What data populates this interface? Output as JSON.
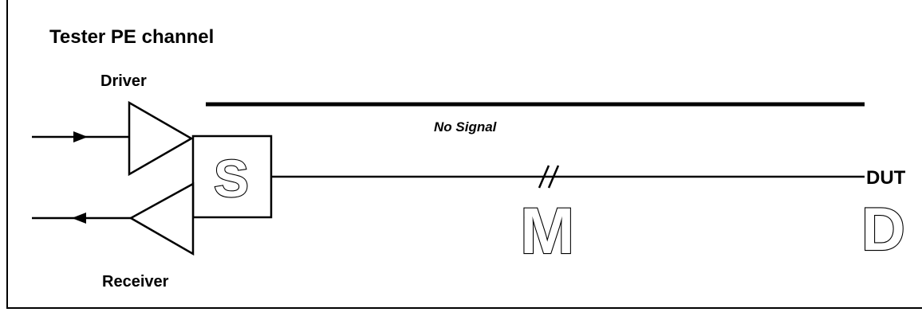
{
  "title": "Tester PE channel",
  "labels": {
    "driver": "Driver",
    "receiver": "Receiver",
    "no_signal": "No Signal",
    "dut": "DUT"
  },
  "letters": {
    "switch": "S",
    "media": "M",
    "dut_block": "D"
  }
}
